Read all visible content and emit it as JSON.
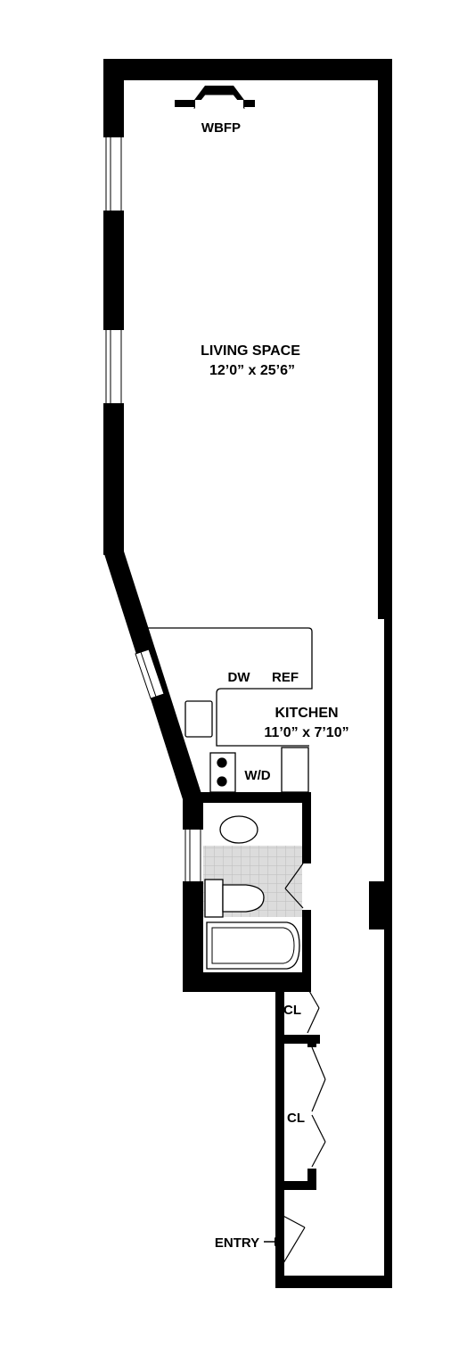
{
  "labels": {
    "fireplace": "WBFP",
    "living_name": "LIVING SPACE",
    "living_dims": "12’0” x 25’6”",
    "dishwasher": "DW",
    "refrigerator": "REF",
    "kitchen_name": "KITCHEN",
    "kitchen_dims": "11’0” x 7’10”",
    "washer_dryer": "W/D",
    "closet_1": "CL",
    "closet_2": "CL",
    "entry": "ENTRY"
  },
  "colors": {
    "wall": "#000000",
    "window": "#ffffff",
    "tile": "#d8d8d8",
    "fixture_line": "#000000"
  }
}
